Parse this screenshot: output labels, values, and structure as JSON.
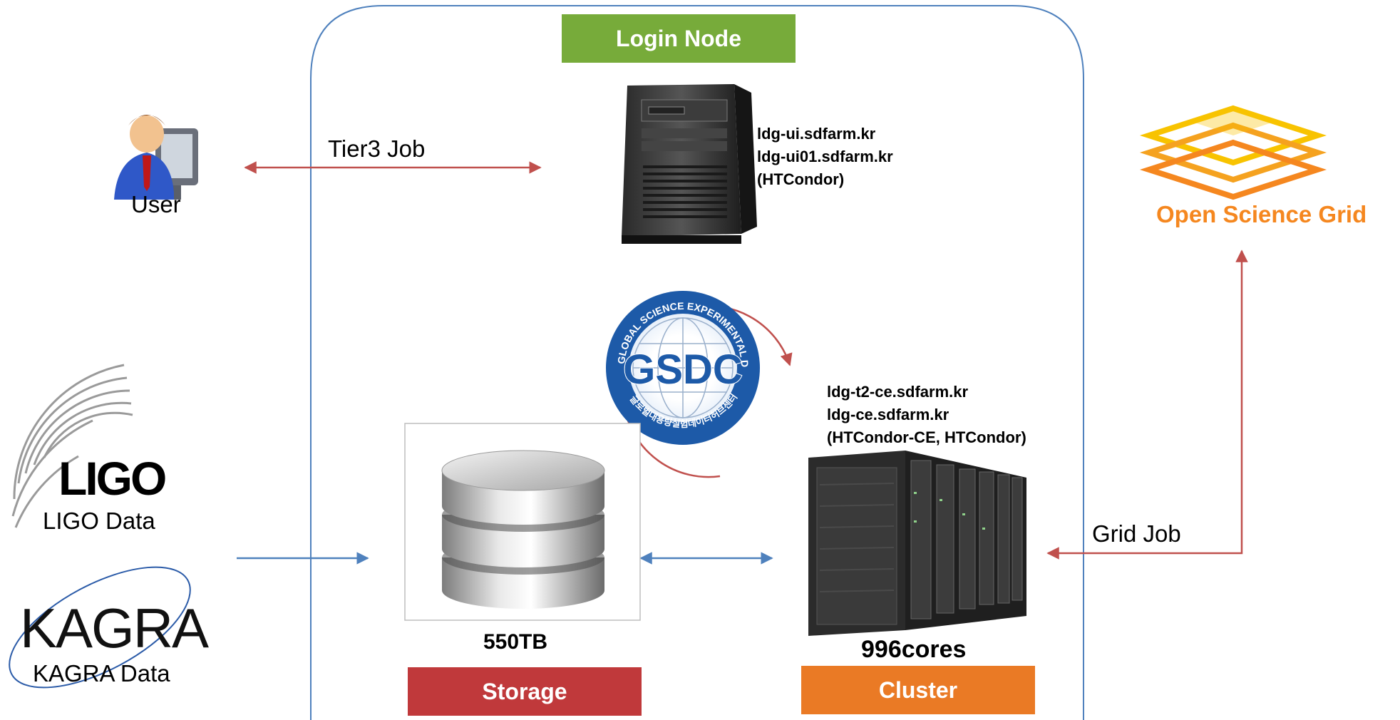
{
  "colors": {
    "login_node": "#77ab3a",
    "storage": "#c0393b",
    "cluster": "#ea7a25",
    "arrow_red": "#c0504d",
    "arrow_blue": "#4f81bd",
    "osg_orange": "#f5871f",
    "osg_yellow": "#f8c300"
  },
  "login_node": {
    "label": "Login Node",
    "hosts": [
      "ldg-ui.sdfarm.kr",
      "ldg-ui01.sdfarm.kr",
      "(HTCondor)"
    ],
    "icon": "tower-server-icon"
  },
  "user": {
    "label": "User",
    "icon": "user-computer-icon"
  },
  "tier3_job": {
    "label": "Tier3 Job"
  },
  "osg": {
    "label": "Open Science Grid",
    "icon": "osg-logo"
  },
  "grid_job": {
    "label": "Grid Job"
  },
  "gsdc": {
    "icon": "gsdc-seal",
    "logo_text": "GSDC",
    "ring_text": "GLOBAL SCIENCE EXPERIMENTAL DATA HUB CENTER",
    "ring_text_ko": "글로벌대용량실험데이터허브센터"
  },
  "ligo": {
    "logo_text": "LIGO",
    "label": "LIGO Data"
  },
  "kagra": {
    "logo_text": "KAGRA",
    "label": "KAGRA Data"
  },
  "storage": {
    "capacity": "550TB",
    "label": "Storage",
    "icon": "database-icon"
  },
  "cluster": {
    "hosts": [
      "ldg-t2-ce.sdfarm.kr",
      "ldg-ce.sdfarm.kr",
      "(HTCondor-CE, HTCondor)"
    ],
    "cores": "996cores",
    "label": "Cluster",
    "icon": "server-rack-icon"
  }
}
